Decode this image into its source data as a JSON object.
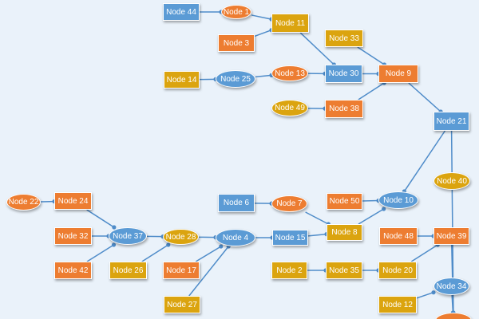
{
  "colors": {
    "blue": "#5b9bd5",
    "orange": "#ed7d31",
    "gold": "#dba40f",
    "edge": "#4f8cc9",
    "background": "#eaf2fa"
  },
  "nodes": [
    {
      "id": "n44",
      "label": "Node 44",
      "color": "blue",
      "shape": "rect"
    },
    {
      "id": "n1",
      "label": "Node 1",
      "color": "orange",
      "shape": "ellipse"
    },
    {
      "id": "n11",
      "label": "Node 11",
      "color": "gold",
      "shape": "rect"
    },
    {
      "id": "n3",
      "label": "Node 3",
      "color": "orange",
      "shape": "rect"
    },
    {
      "id": "n33",
      "label": "Node 33",
      "color": "gold",
      "shape": "rect"
    },
    {
      "id": "n14",
      "label": "Node 14",
      "color": "gold",
      "shape": "rect"
    },
    {
      "id": "n25",
      "label": "Node 25",
      "color": "blue",
      "shape": "ellipse"
    },
    {
      "id": "n13",
      "label": "Node 13",
      "color": "orange",
      "shape": "ellipse"
    },
    {
      "id": "n30",
      "label": "Node 30",
      "color": "blue",
      "shape": "rect"
    },
    {
      "id": "n9",
      "label": "Node 9",
      "color": "orange",
      "shape": "rect"
    },
    {
      "id": "n49",
      "label": "Node 49",
      "color": "gold",
      "shape": "ellipse"
    },
    {
      "id": "n38",
      "label": "Node 38",
      "color": "orange",
      "shape": "rect"
    },
    {
      "id": "n21",
      "label": "Node 21",
      "color": "blue",
      "shape": "rect"
    },
    {
      "id": "n40",
      "label": "Node 40",
      "color": "gold",
      "shape": "ellipse"
    },
    {
      "id": "n22",
      "label": "Node 22",
      "color": "orange",
      "shape": "ellipse"
    },
    {
      "id": "n24",
      "label": "Node 24",
      "color": "orange",
      "shape": "rect"
    },
    {
      "id": "n6",
      "label": "Node 6",
      "color": "blue",
      "shape": "rect"
    },
    {
      "id": "n7",
      "label": "Node 7",
      "color": "orange",
      "shape": "ellipse"
    },
    {
      "id": "n50",
      "label": "Node 50",
      "color": "orange",
      "shape": "rect"
    },
    {
      "id": "n10",
      "label": "Node 10",
      "color": "blue",
      "shape": "ellipse"
    },
    {
      "id": "n32",
      "label": "Node 32",
      "color": "orange",
      "shape": "rect"
    },
    {
      "id": "n37",
      "label": "Node 37",
      "color": "blue",
      "shape": "ellipse"
    },
    {
      "id": "n28",
      "label": "Node 28",
      "color": "gold",
      "shape": "ellipse"
    },
    {
      "id": "n4",
      "label": "Node 4",
      "color": "blue",
      "shape": "ellipse"
    },
    {
      "id": "n15",
      "label": "Node 15",
      "color": "blue",
      "shape": "rect"
    },
    {
      "id": "n8",
      "label": "Node 8",
      "color": "gold",
      "shape": "rect"
    },
    {
      "id": "n48",
      "label": "Node 48",
      "color": "orange",
      "shape": "rect"
    },
    {
      "id": "n39",
      "label": "Node 39",
      "color": "orange",
      "shape": "rect"
    },
    {
      "id": "n42",
      "label": "Node 42",
      "color": "orange",
      "shape": "rect"
    },
    {
      "id": "n26",
      "label": "Node 26",
      "color": "gold",
      "shape": "rect"
    },
    {
      "id": "n17",
      "label": "Node 17",
      "color": "orange",
      "shape": "rect"
    },
    {
      "id": "n2",
      "label": "Node 2",
      "color": "gold",
      "shape": "rect"
    },
    {
      "id": "n35",
      "label": "Node 35",
      "color": "gold",
      "shape": "rect"
    },
    {
      "id": "n20",
      "label": "Node 20",
      "color": "gold",
      "shape": "rect"
    },
    {
      "id": "n34",
      "label": "Node 34",
      "color": "blue",
      "shape": "ellipse"
    },
    {
      "id": "n27",
      "label": "Node 27",
      "color": "gold",
      "shape": "rect"
    },
    {
      "id": "n12",
      "label": "Node 12",
      "color": "gold",
      "shape": "rect"
    },
    {
      "id": "n_partial",
      "label": "",
      "color": "orange",
      "shape": "ellipse"
    }
  ],
  "edges": [
    [
      "n44",
      "n1"
    ],
    [
      "n1",
      "n11"
    ],
    [
      "n3",
      "n11"
    ],
    [
      "n11",
      "n30"
    ],
    [
      "n14",
      "n25"
    ],
    [
      "n25",
      "n13"
    ],
    [
      "n13",
      "n30"
    ],
    [
      "n30",
      "n9"
    ],
    [
      "n33",
      "n9"
    ],
    [
      "n38",
      "n9"
    ],
    [
      "n49",
      "n38"
    ],
    [
      "n9",
      "n21"
    ],
    [
      "n21",
      "n10"
    ],
    [
      "n21",
      "n_partial"
    ],
    [
      "n22",
      "n24"
    ],
    [
      "n24",
      "n37"
    ],
    [
      "n32",
      "n37"
    ],
    [
      "n42",
      "n37"
    ],
    [
      "n37",
      "n28"
    ],
    [
      "n26",
      "n28"
    ],
    [
      "n28",
      "n4"
    ],
    [
      "n17",
      "n4"
    ],
    [
      "n27",
      "n4"
    ],
    [
      "n4",
      "n15"
    ],
    [
      "n15",
      "n8"
    ],
    [
      "n6",
      "n7"
    ],
    [
      "n7",
      "n8"
    ],
    [
      "n8",
      "n10"
    ],
    [
      "n50",
      "n10"
    ],
    [
      "n48",
      "n39"
    ],
    [
      "n20",
      "n39"
    ],
    [
      "n39",
      "n_partial"
    ],
    [
      "n2",
      "n35"
    ],
    [
      "n35",
      "n20"
    ],
    [
      "n12",
      "n34"
    ],
    [
      "n34",
      "n_partial"
    ]
  ]
}
